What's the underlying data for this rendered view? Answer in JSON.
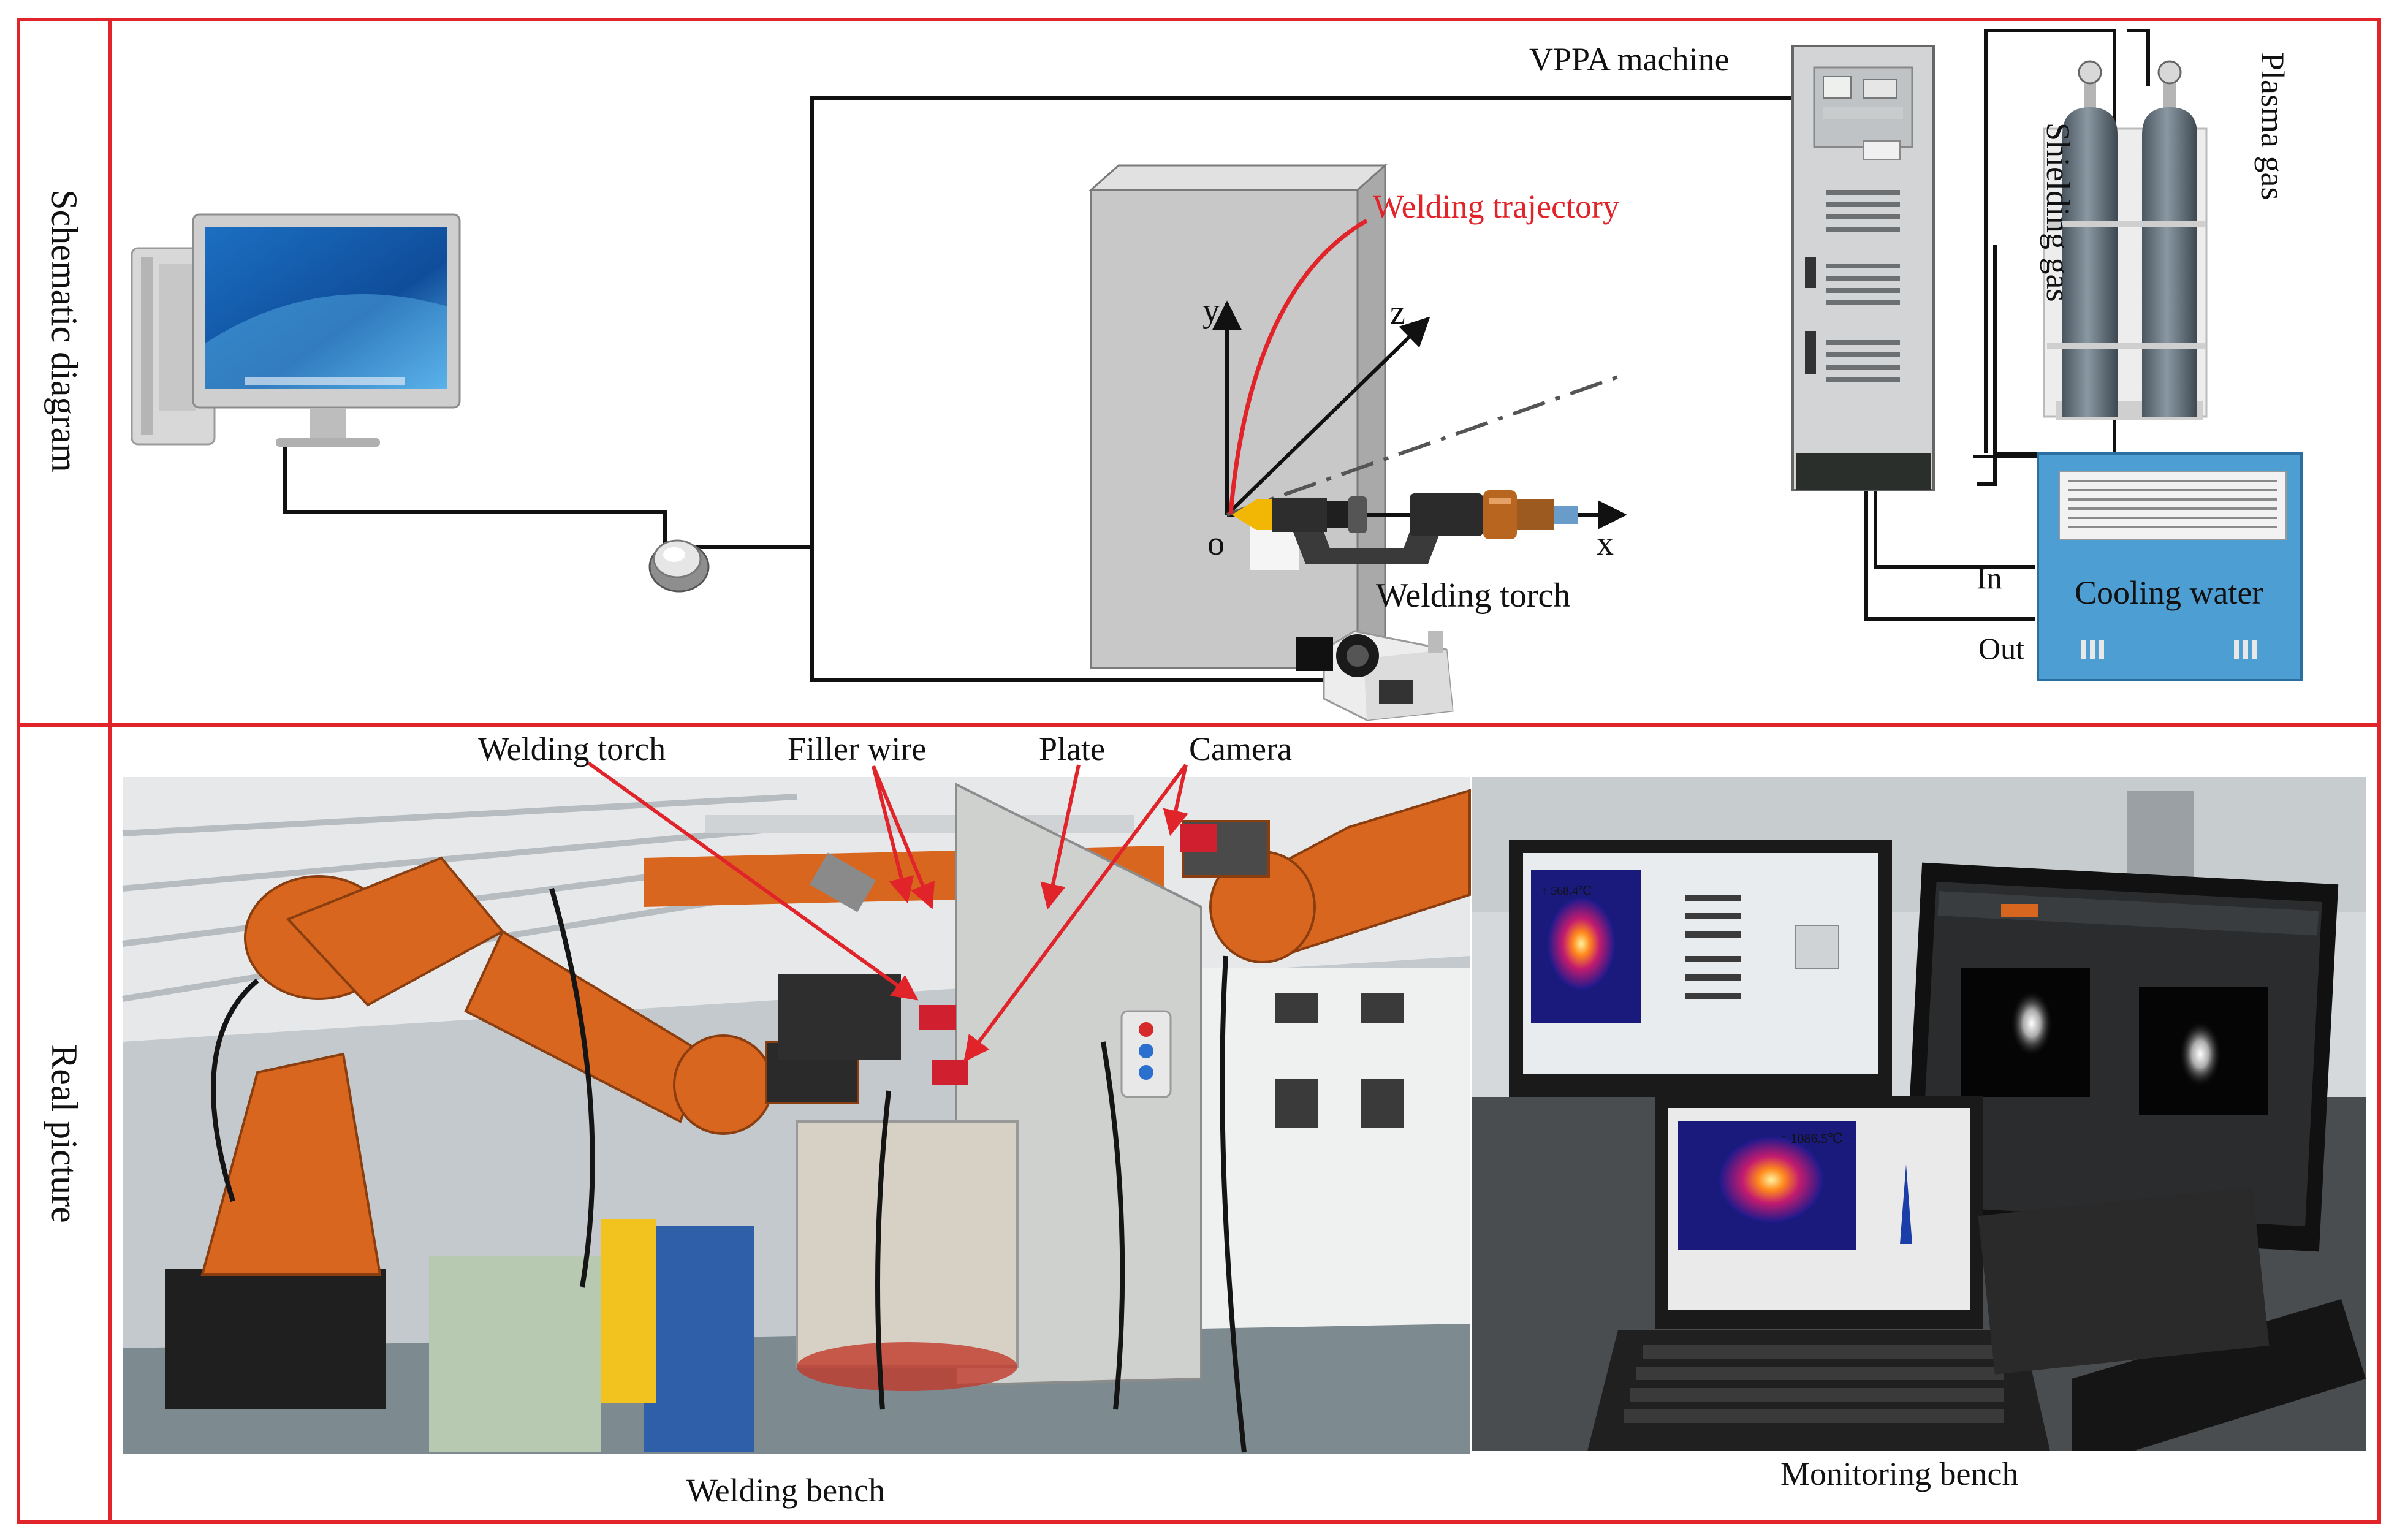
{
  "colors": {
    "frame": "#e0242a",
    "wire": "#111111",
    "trajectory": "#e0242a",
    "annotation_arrow": "#e0242a",
    "plate": "#c8c8c8",
    "robot": "#d9661f",
    "cooler": "#4d9ed3"
  },
  "panels": {
    "schematic": {
      "row_label": "Schematic diagram",
      "labels": {
        "vppa_machine": "VPPA machine",
        "plasma_gas": "Plasma gas",
        "shielding_gas": "Shielding gas",
        "welding_trajectory": "Welding trajectory",
        "welding_torch": "Welding torch",
        "cooling_water": "Cooling water",
        "in": "In",
        "out": "Out",
        "axis_x": "x",
        "axis_y": "y",
        "axis_z": "z",
        "origin": "o"
      },
      "icons": [
        "desktop-computer-icon",
        "emergency-button-icon",
        "high-speed-camera-icon",
        "power-cabinet-icon",
        "gas-cylinder-icon",
        "chiller-icon"
      ]
    },
    "real": {
      "row_label": "Real picture",
      "labels": {
        "welding_torch": "Welding torch",
        "filler_wire": "Filler wire",
        "plate": "Plate",
        "camera": "Camera",
        "welding_bench": "Welding bench",
        "monitoring_bench": "Monitoring bench"
      },
      "screen_readouts": {
        "upper_monitor_temp": "↑ 568.4℃",
        "laptop_temp": "↑ 1086.5℃"
      }
    }
  }
}
